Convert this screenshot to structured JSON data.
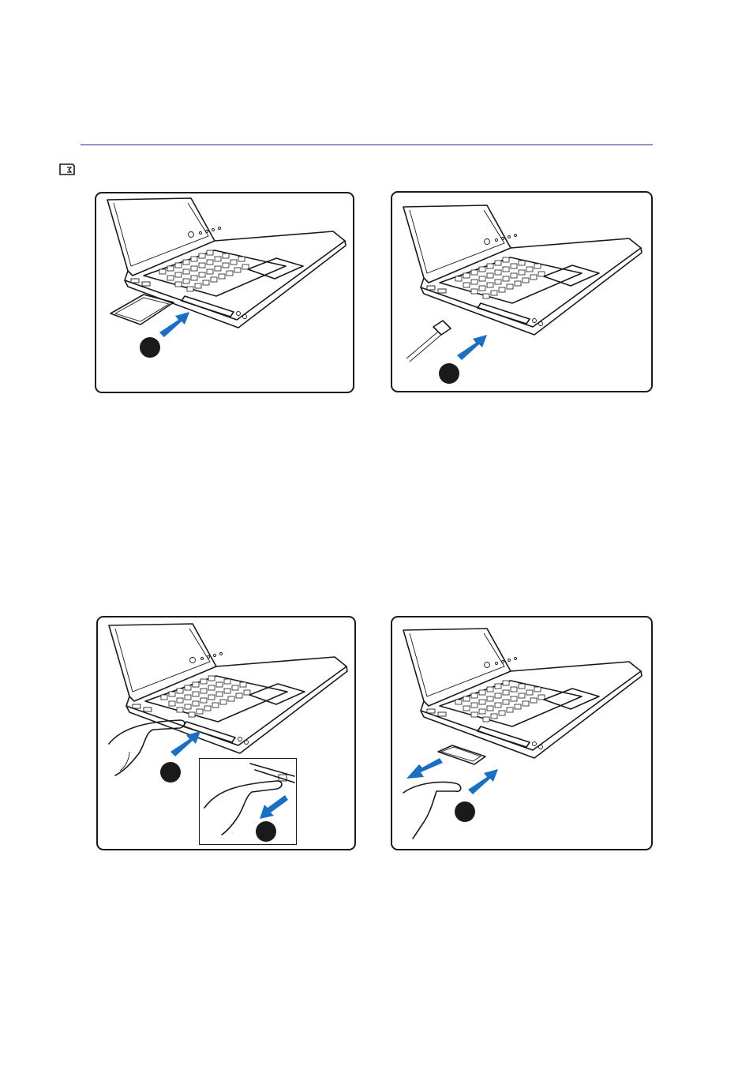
{
  "colors": {
    "rule": "#2b2b8f",
    "arrow": "#1a6fc0",
    "outline": "#1a1a1a"
  },
  "icons": {
    "note": "note-icon",
    "step_marker": "step-circle"
  },
  "figures": [
    {
      "id": "insert-pc-card",
      "arrow": "blue-arrow-insert"
    },
    {
      "id": "connect-cable",
      "arrow": "blue-arrow-insert"
    },
    {
      "id": "press-eject-button",
      "arrow": "blue-arrow-press"
    },
    {
      "id": "remove-pc-card",
      "arrow": "blue-arrow-remove"
    }
  ]
}
